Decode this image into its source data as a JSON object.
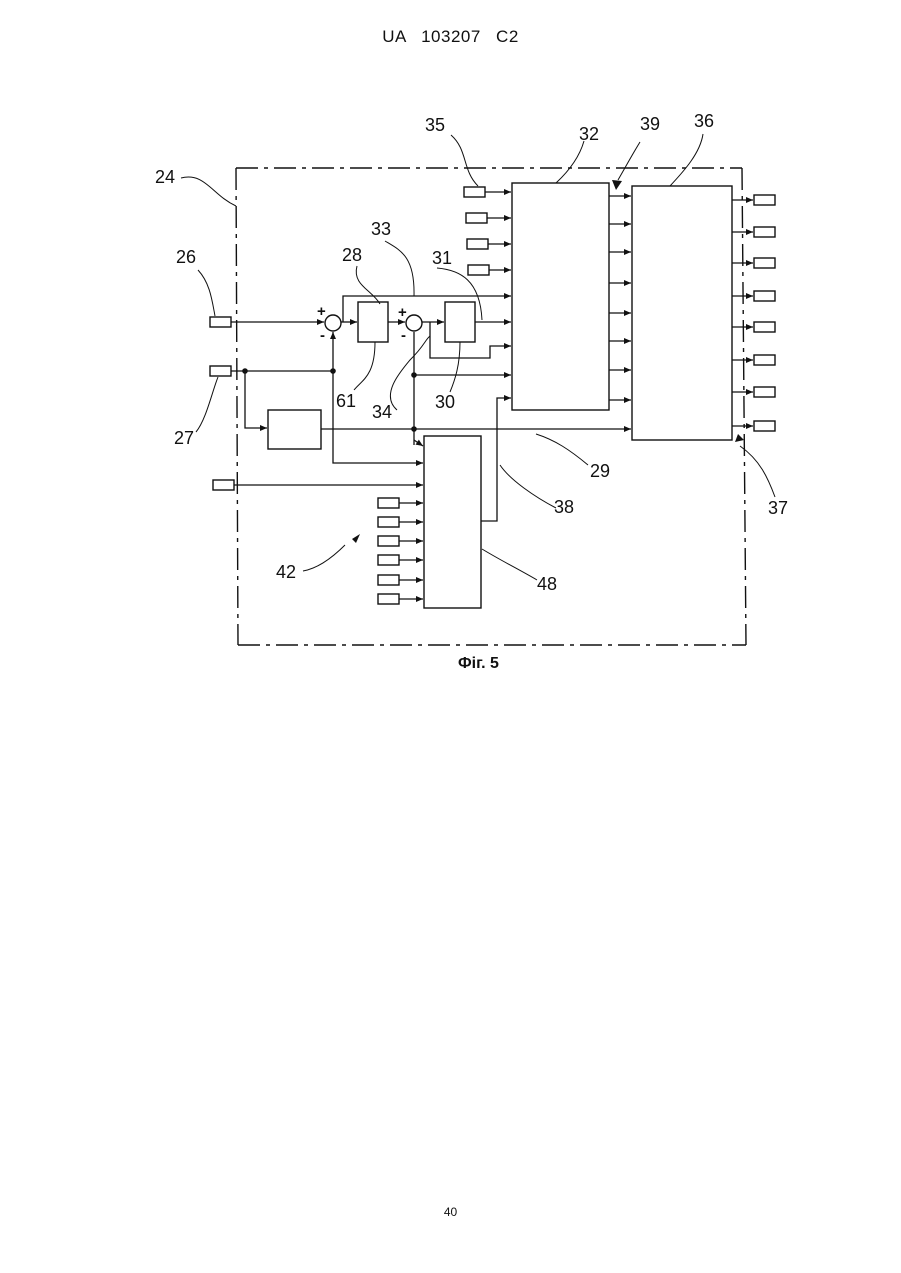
{
  "header": {
    "doc_number": "UA   103207   C2"
  },
  "figure": {
    "caption": "Фіг. 5",
    "labels": {
      "l24": "24",
      "l26": "26",
      "l27": "27",
      "l28": "28",
      "l29": "29",
      "l30": "30",
      "l31": "31",
      "l32": "32",
      "l33": "33",
      "l34": "34",
      "l35": "35",
      "l36": "36",
      "l37": "37",
      "l38": "38",
      "l39": "39",
      "l42": "42",
      "l48": "48",
      "l61": "61"
    },
    "signs": {
      "plus": "+",
      "minus": "-"
    }
  },
  "footer": {
    "page_number": "40"
  }
}
